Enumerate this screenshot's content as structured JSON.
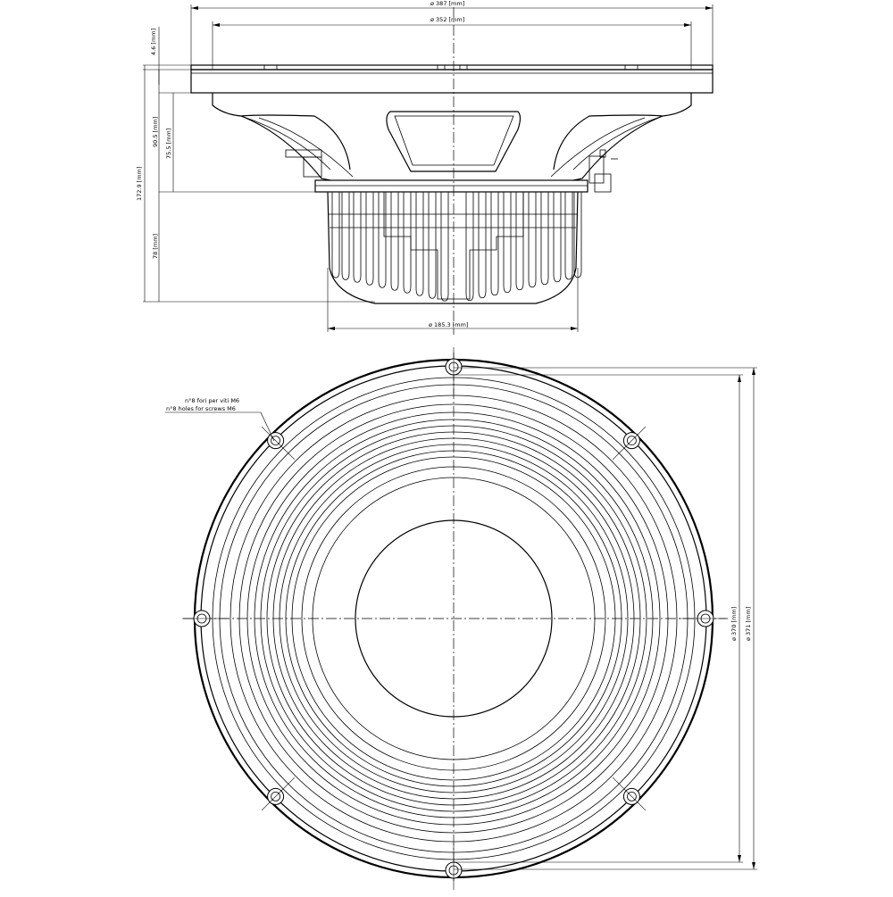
{
  "dimensions": {
    "outer_diameter_top": "ø 387 [mm]",
    "inner_diameter_top": "ø 352 [mm]",
    "magnet_diameter": "ø 185.3 [mm]",
    "flange_thickness": "4.6 [mm]",
    "mounting_depth": "90.5 [mm]",
    "cone_depth": "75.5 [mm]",
    "overall_depth": "172.9 [mm]",
    "magnet_depth": "78 [mm]",
    "bolt_circle_diameter": "ø 370 [mm]",
    "baffle_diameter": "ø 371 [mm]"
  },
  "annotations": {
    "holes_it": "n°8 fori per viti M6",
    "holes_en": "n°8 holes for screws M6"
  }
}
